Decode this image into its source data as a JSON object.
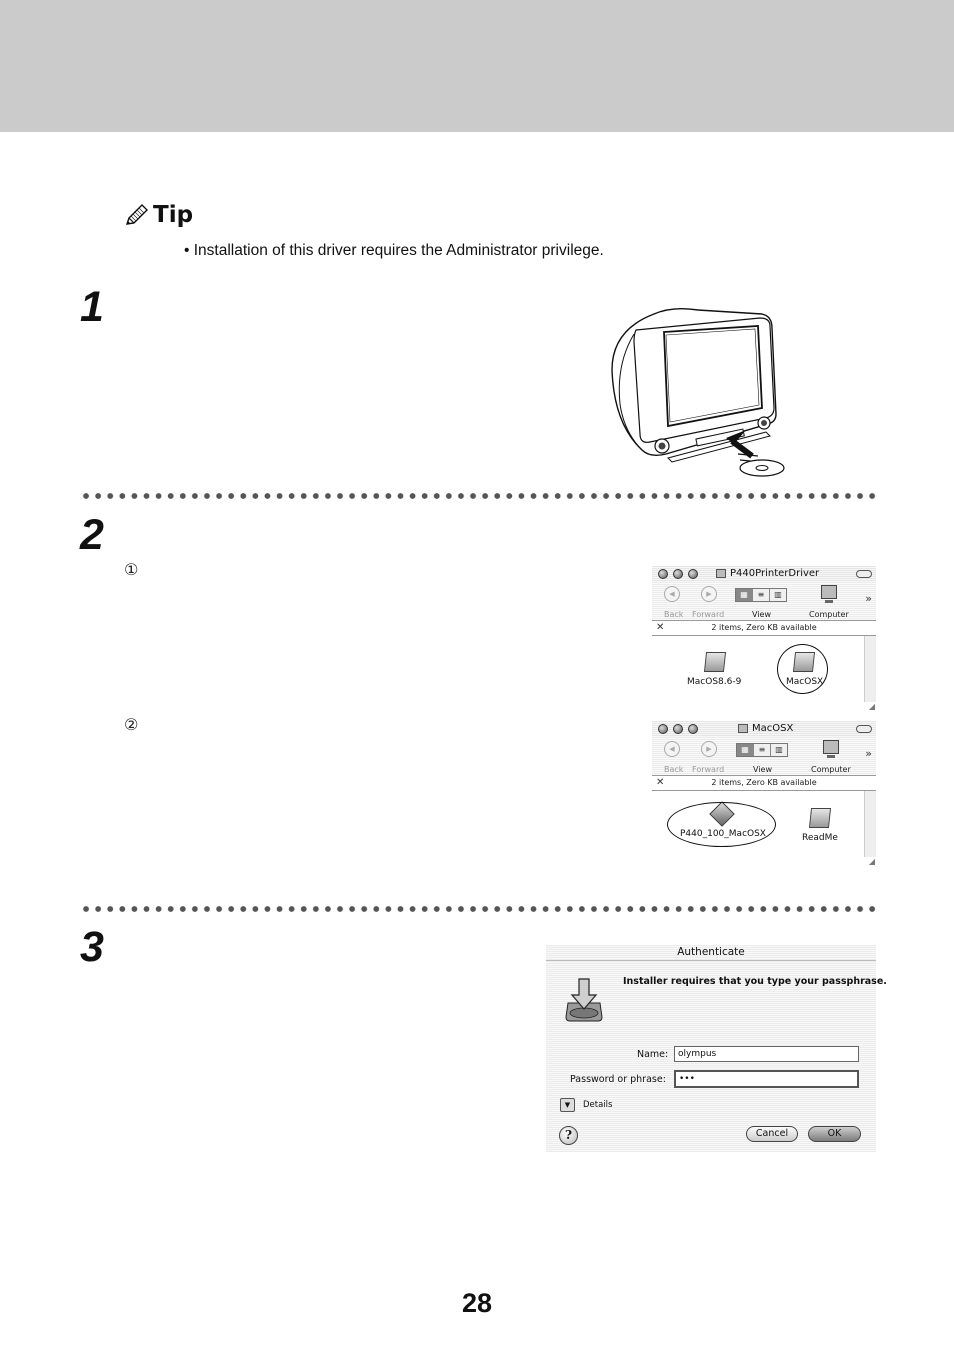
{
  "tip": {
    "heading": "Tip",
    "bullet": "• Installation of this driver requires the Administrator privilege."
  },
  "steps": [
    {
      "number": "1"
    },
    {
      "number": "2",
      "substeps": [
        "①",
        "②"
      ]
    },
    {
      "number": "3"
    }
  ],
  "finder_windows": [
    {
      "title": "P440PrinterDriver",
      "toolbar": {
        "back": "Back",
        "forward": "Forward",
        "view": "View",
        "computer": "Computer"
      },
      "status": "2 items, Zero KB available",
      "items": [
        "MacOS8.6-9",
        "MacOSX"
      ],
      "highlighted_item": "MacOSX"
    },
    {
      "title": "MacOSX",
      "toolbar": {
        "back": "Back",
        "forward": "Forward",
        "view": "View",
        "computer": "Computer"
      },
      "status": "2 items, Zero KB available",
      "items": [
        "P440_100_MacOSX",
        "ReadMe"
      ],
      "highlighted_item": "P440_100_MacOSX"
    }
  ],
  "auth_dialog": {
    "title": "Authenticate",
    "message": "Installer requires that you type your passphrase.",
    "name_label": "Name:",
    "name_value": "olympus",
    "password_label": "Password or phrase:",
    "password_value": "•••",
    "details_label": "Details",
    "help_label": "?",
    "cancel_label": "Cancel",
    "ok_label": "OK"
  },
  "page_number": "28"
}
